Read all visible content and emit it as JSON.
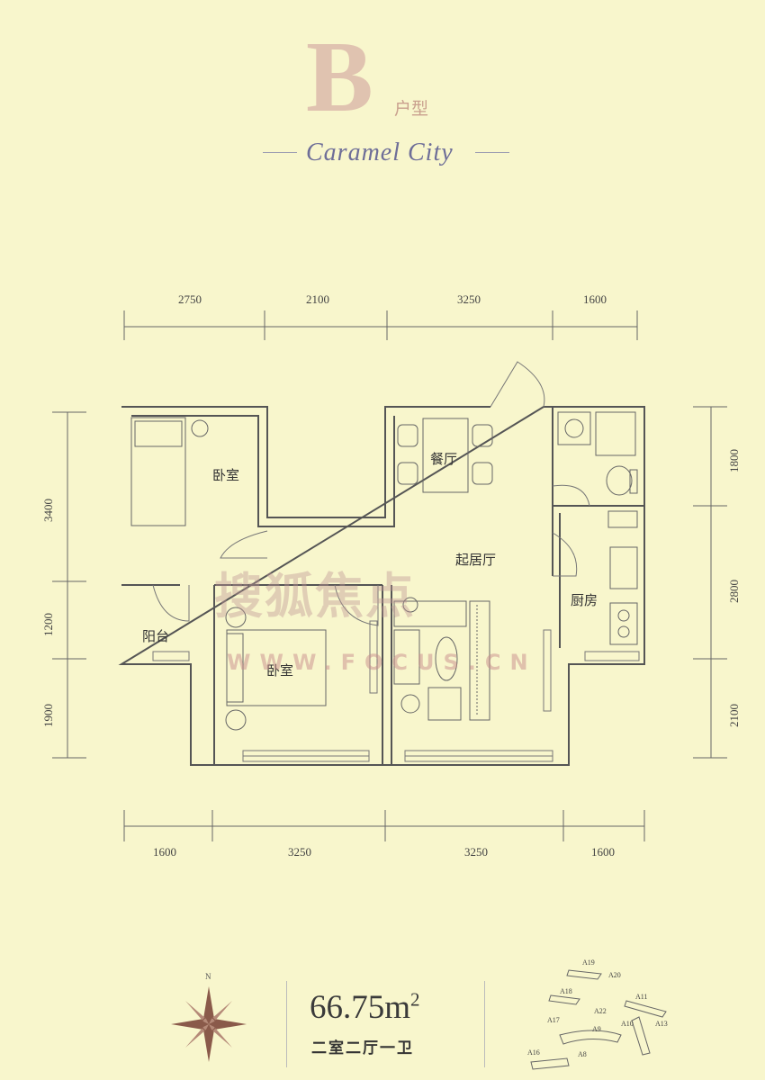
{
  "header": {
    "type_letter": "B",
    "type_suffix": "户型",
    "brand": "Caramel City"
  },
  "dimensions": {
    "top": [
      "2750",
      "2100",
      "3250",
      "1600"
    ],
    "bottom": [
      "1600",
      "3250",
      "3250",
      "1600"
    ],
    "left": [
      "3400",
      "1200",
      "1900"
    ],
    "right": [
      "1800",
      "2800",
      "2100"
    ]
  },
  "rooms": {
    "bedroom_top": "卧室",
    "dining": "餐厅",
    "living": "起居厅",
    "balcony": "阳台",
    "bedroom_bottom": "卧室",
    "kitchen": "厨房"
  },
  "watermark": {
    "text": "搜狐焦点",
    "url": "WWW.FOCUS.CN"
  },
  "footer": {
    "compass_label": "N",
    "area_number": "66.75m",
    "area_exponent": "2",
    "layout": "二室二厅一卫"
  },
  "site_plan": {
    "labels": [
      "A19",
      "A20",
      "A18",
      "A11",
      "A22",
      "A17",
      "A10",
      "A13",
      "A9",
      "A16",
      "A8"
    ]
  },
  "colors": {
    "background": "#f8f6cc",
    "type_letter": "#e0c3b0",
    "brand": "#6e6e98",
    "wall": "#555555"
  }
}
